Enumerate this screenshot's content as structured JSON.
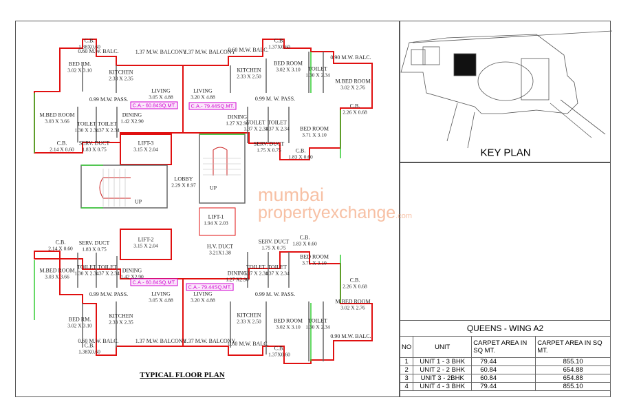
{
  "plan": {
    "title": "TYPICAL FLOOR PLAN",
    "rooms": [
      {
        "name": "C.B.",
        "dim": "1.38X0.60"
      },
      {
        "name": "0.60 M.W. BALC.",
        "dim": ""
      },
      {
        "name": "1.37 M.W. BALCONY",
        "dim": ""
      },
      {
        "name": "1.37 M.W. BALCONY",
        "dim": ""
      },
      {
        "name": "BED RM.",
        "dim": "3.02 X 3.10"
      },
      {
        "name": "KITCHEN",
        "dim": "2.33 X 2.35"
      },
      {
        "name": "LIVING",
        "dim": "3.05 X 4.88"
      },
      {
        "name": "0.99 M.W.  PASS.",
        "dim": ""
      },
      {
        "name": "M.BED ROOM",
        "dim": "3.03 X 3.66"
      },
      {
        "name": "TOILET",
        "dim": "1.30 X 2.34"
      },
      {
        "name": "TOILET",
        "dim": "1.37 X 2.34"
      },
      {
        "name": "DINING",
        "dim": "1.42 X2.90"
      },
      {
        "name": "C.B.",
        "dim": "2.14 X 0.60"
      },
      {
        "name": "SERV. DUCT",
        "dim": "1.83 X 0.75"
      },
      {
        "name": "LIFT-3",
        "dim": "3.15 X 2.04"
      },
      {
        "name": "0.60 M.W. BALC.",
        "dim": ""
      },
      {
        "name": "C.B.",
        "dim": "1.37X0.60"
      },
      {
        "name": "BED ROOM",
        "dim": "3.02 X 3.10"
      },
      {
        "name": "KITCHEN",
        "dim": "2.33 X 2.50"
      },
      {
        "name": "TOILET",
        "dim": "1.30 X 2.34"
      },
      {
        "name": "0.90 M.W. BALC.",
        "dim": ""
      },
      {
        "name": "M.BED ROOM",
        "dim": "3.02 X 2.76"
      },
      {
        "name": "LIVING",
        "dim": "3.20 X 4.88"
      },
      {
        "name": "0.99 M. W. PASS.",
        "dim": ""
      },
      {
        "name": "DINING",
        "dim": "1.27 X2.90"
      },
      {
        "name": "TOILET",
        "dim": "1.37 X 2.34"
      },
      {
        "name": "TOILET",
        "dim": "1.37 X 2.34"
      },
      {
        "name": "BED ROOM",
        "dim": "3.71 X 3.10"
      },
      {
        "name": "C.B.",
        "dim": "2.26 X 0.68"
      },
      {
        "name": "SERV. DUCT",
        "dim": "1.75 X 0.75"
      },
      {
        "name": "C.B.",
        "dim": "1.83 X 0.60"
      },
      {
        "name": "LOBBY",
        "dim": "2.29 X 8.97"
      },
      {
        "name": "LIFT-1",
        "dim": "1.94 X 2.03"
      },
      {
        "name": "LIFT-2",
        "dim": "3.15 X 2.04"
      },
      {
        "name": "H.V. DUCT",
        "dim": "3.21X1.38"
      },
      {
        "name": "SERV. DUCT",
        "dim": "1.83 X 0.75"
      },
      {
        "name": "SERV. DUCT",
        "dim": "1.75 X 0.75"
      },
      {
        "name": "C.B.",
        "dim": "2.14 X 0.60"
      },
      {
        "name": "C.B.",
        "dim": "1.83 X 0.60"
      },
      {
        "name": "M.BED ROOM",
        "dim": "3.03 X 3.66"
      },
      {
        "name": "TOILET",
        "dim": "1.30 X 2.34"
      },
      {
        "name": "TOILET",
        "dim": "1.37 X 2.34"
      },
      {
        "name": "DINING",
        "dim": "1.42 X2.90"
      },
      {
        "name": "LIVING",
        "dim": "3.05 X 4.88"
      },
      {
        "name": "0.99 M.W.  PASS.",
        "dim": ""
      },
      {
        "name": "BED RM.",
        "dim": "3.02 X 3.10"
      },
      {
        "name": "KITCHEN",
        "dim": "2.33 X 2.35"
      },
      {
        "name": "0.60 M.W. BALC.",
        "dim": ""
      },
      {
        "name": "1.37 M.W. BALCONY",
        "dim": ""
      },
      {
        "name": "C.B.",
        "dim": "1.38X0.60"
      },
      {
        "name": "DINING",
        "dim": "1.27 X2.90"
      },
      {
        "name": "LIVING",
        "dim": "3.20 X 4.88"
      },
      {
        "name": "TOILET",
        "dim": "1.37 X 2.34"
      },
      {
        "name": "TOILET",
        "dim": "1.37 X 2.34"
      },
      {
        "name": "BED ROOM",
        "dim": "3.71 X 3.10"
      },
      {
        "name": "C.B.",
        "dim": "2.26 X 0.68"
      },
      {
        "name": "0.99 M. W. PASS.",
        "dim": ""
      },
      {
        "name": "M.BED ROOM",
        "dim": "3.02 X 2.76"
      },
      {
        "name": "KITCHEN",
        "dim": "2.33 X 2.50"
      },
      {
        "name": "BED ROOM",
        "dim": "3.02 X 3.10"
      },
      {
        "name": "TOILET",
        "dim": "1.30 X 2.34"
      },
      {
        "name": "0.90 M.W. BALC.",
        "dim": ""
      },
      {
        "name": "0.60 M.W. BALC.",
        "dim": ""
      },
      {
        "name": "1.37 M.W. BALCONY",
        "dim": ""
      },
      {
        "name": "C.B.",
        "dim": "1.37X0.60"
      }
    ],
    "carpet_area_tags": [
      "C.A.- 60.84SQ.MT.",
      "C.A.- 79.44SQ.MT.",
      "C.A.- 60.84SQ.MT.",
      "C.A.- 79.44SQ.MT."
    ],
    "stair_labels": [
      "UP",
      "UP"
    ],
    "colors": {
      "unit_outline": "#e01010",
      "wall": "#555555",
      "window": "#33cc33",
      "glazing": "#9999ee",
      "carpet_tag": "#d000d0"
    }
  },
  "watermark": {
    "line1": "mumbai",
    "line2": "propertyexchange",
    "suffix": ".com"
  },
  "key_plan": {
    "title": "KEY PLAN"
  },
  "area_table": {
    "title": "QUEENS - WING A2",
    "headers": [
      "NO",
      "UNIT",
      "CARPET AREA IN SQ MT.",
      "CARPET AREA IN SQ MT."
    ],
    "rows": [
      [
        "1",
        "UNIT 1 - 3 BHK",
        "79.44",
        "855.10"
      ],
      [
        "2",
        "UNIT 2 - 2 BHK",
        "60.84",
        "654.88"
      ],
      [
        "3",
        "UNIT 3 - 2BHK",
        "60.84",
        "654.88"
      ],
      [
        "4",
        "UNIT 4 - 3 BHK",
        "79.44",
        "855.10"
      ]
    ]
  }
}
